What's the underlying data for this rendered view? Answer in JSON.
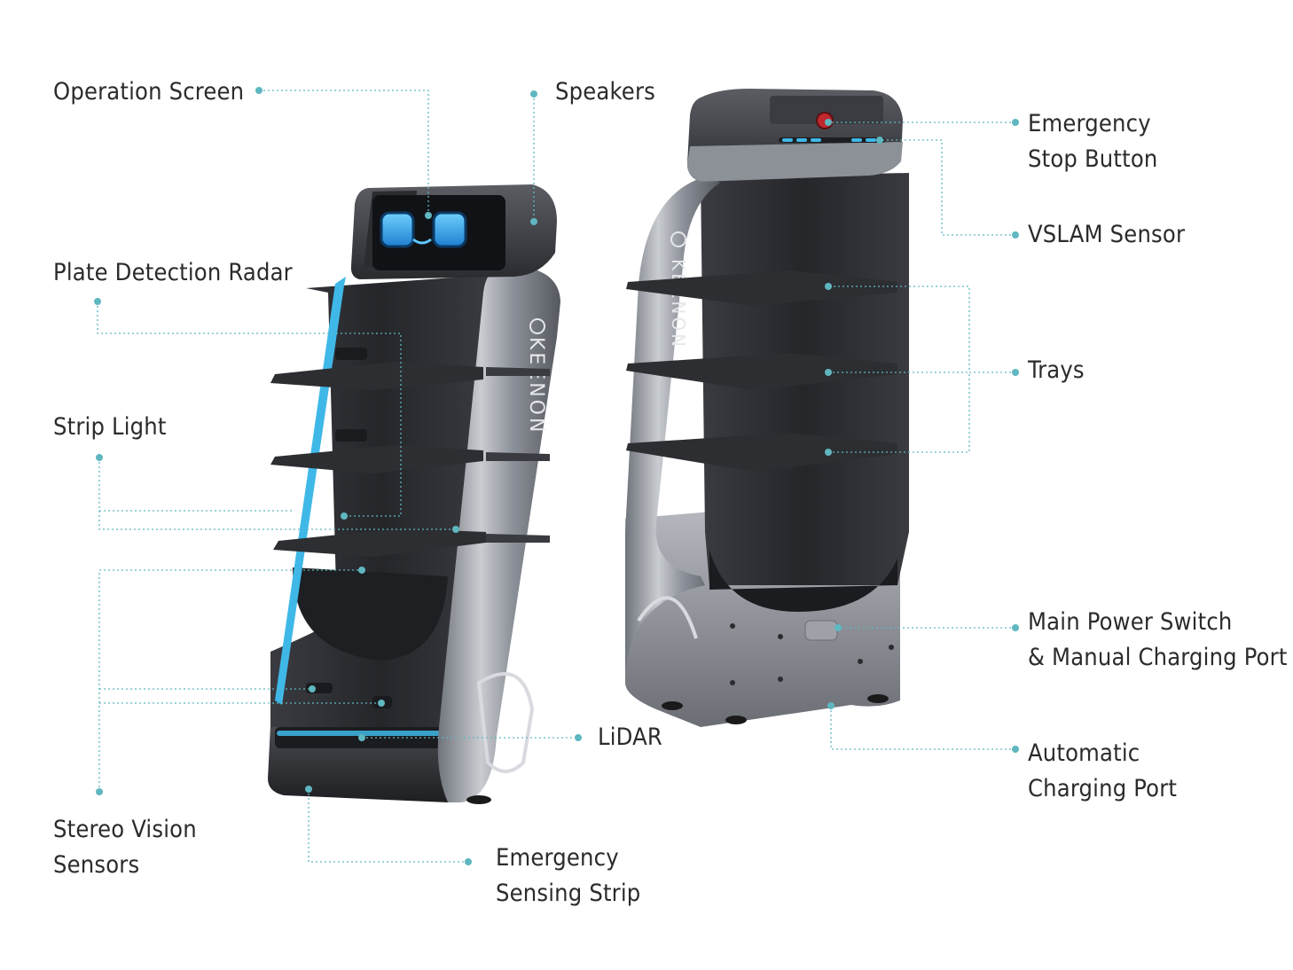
{
  "labels": {
    "operation_screen": "Operation Screen",
    "speakers": "Speakers",
    "emergency_stop": [
      "Emergency",
      "Stop Button"
    ],
    "vslam": "VSLAM Sensor",
    "plate_radar": "Plate Detection Radar",
    "trays": "Trays",
    "strip_light": "Strip Light",
    "main_power": [
      "Main Power Switch",
      "& Manual Charging Port"
    ],
    "lidar": "LiDAR",
    "auto_charging": [
      "Automatic",
      "Charging Port"
    ],
    "stereo_vision": [
      "Stereo Vision",
      "Sensors"
    ],
    "emergency_strip": [
      "Emergency",
      "Sensing Strip"
    ]
  },
  "brand": "KEENON",
  "colors": {
    "leader": "#5fb7c0",
    "text": "#2b2b2b",
    "body_silver": "#9a9ea6",
    "body_dark": "#2c2d31",
    "accent_blue": "#3fb8e8"
  }
}
